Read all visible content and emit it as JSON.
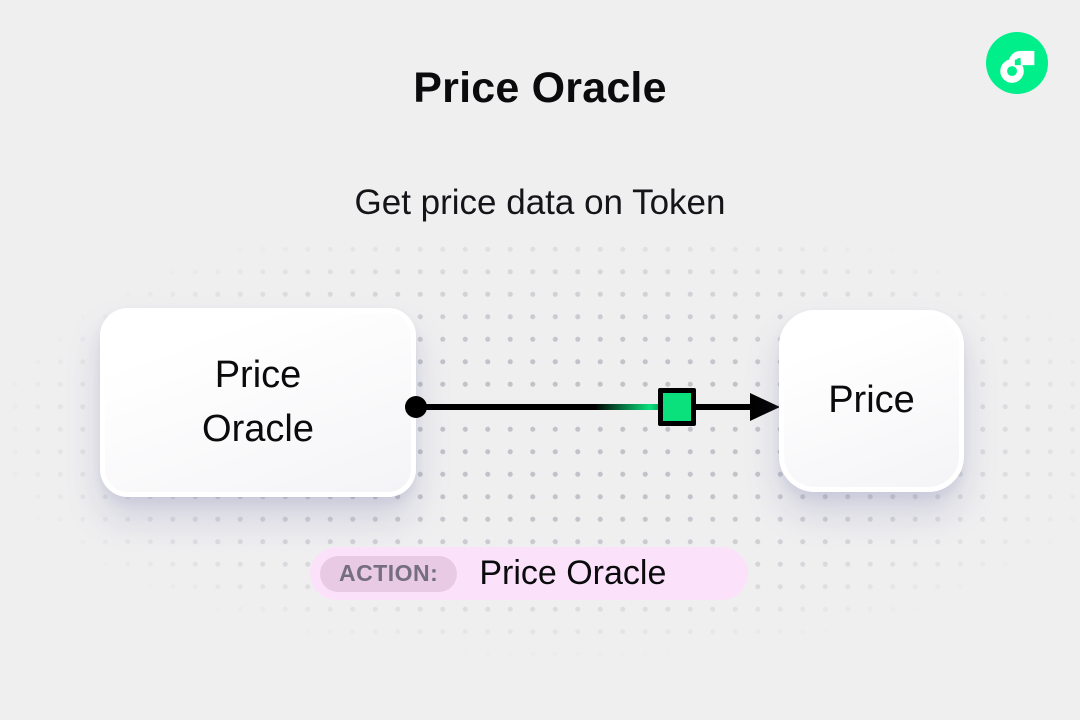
{
  "page": {
    "title": "Price Oracle",
    "subtitle": "Get price data on Token"
  },
  "logo": {
    "name": "flow-logo",
    "brand_color": "#00ef8b"
  },
  "diagram": {
    "nodes": [
      {
        "id": "price-oracle",
        "label": "Price Oracle"
      },
      {
        "id": "price",
        "label": "Price"
      }
    ],
    "edge": {
      "from": "price-oracle",
      "to": "price",
      "marker": "green-square",
      "marker_color": "#0ae07c",
      "line_color": "#000000"
    }
  },
  "action_bar": {
    "badge_label": "ACTION:",
    "value": "Price Oracle",
    "bg_color": "#fbe2fa",
    "badge_bg_color": "#e8cae4",
    "badge_text_color": "#756e80"
  },
  "background": {
    "color": "#efeff0",
    "dot_color": "#c2c2c9"
  }
}
